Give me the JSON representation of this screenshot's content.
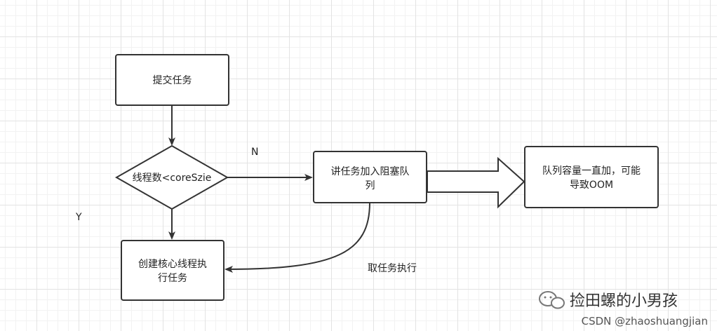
{
  "nodes": {
    "submit": {
      "label": "提交任务"
    },
    "check": {
      "label": "线程数<coreSzie"
    },
    "queue": {
      "line1": "讲任务加入阻塞队",
      "line2": "列"
    },
    "create": {
      "line1": "创建核心线程执",
      "line2": "行任务"
    },
    "overflow": {
      "line1": "队列容量一直加，可能",
      "line2": "导致OOM"
    }
  },
  "edges": {
    "no_label": "N",
    "yes_label": "Y",
    "take_label": "取任务执行"
  },
  "watermark": {
    "title": "捡田螺的小男孩",
    "sub": "CSDN @zhaoshuangjian"
  }
}
